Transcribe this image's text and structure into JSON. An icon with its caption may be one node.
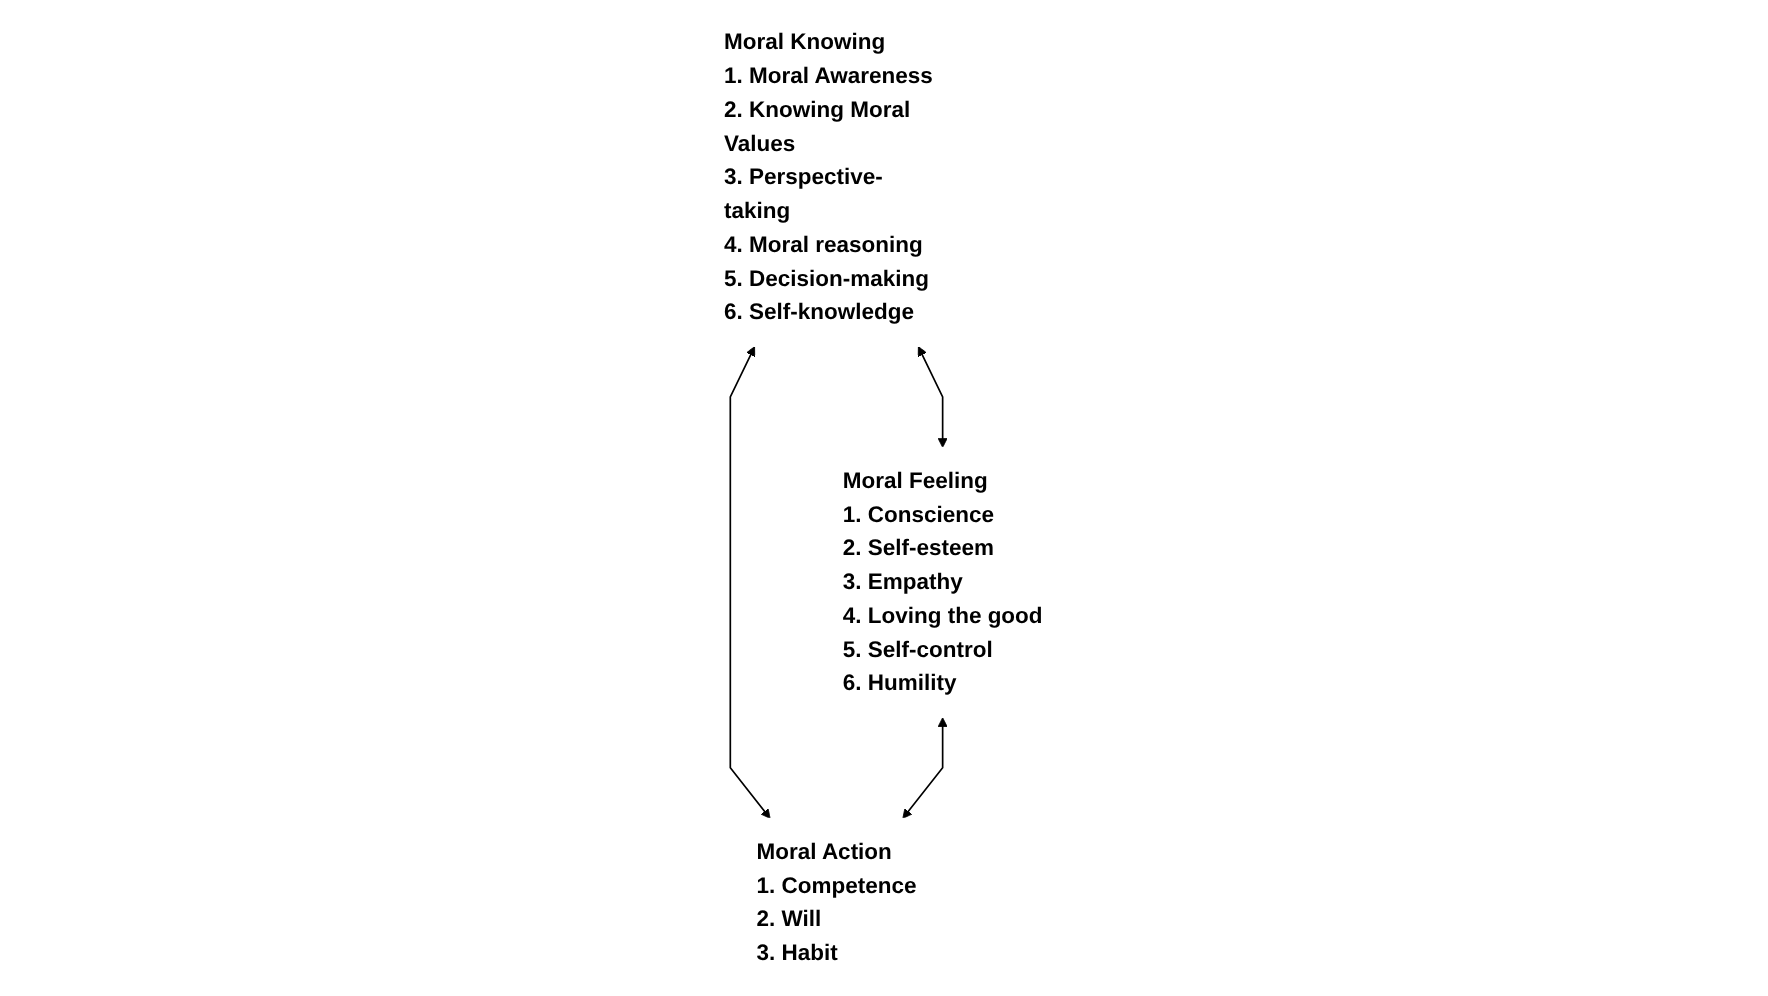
{
  "diagram": {
    "nodes": [
      {
        "text": [
          "Moral Knowing",
          "1. Moral Awareness",
          "2. Knowing Moral Values",
          "3. Perspective-taking",
          "4. Moral reasoning",
          "5. Decision-making",
          "6. Self-knowledge"
        ]
      },
      {
        "text": [
          "Moral Feeling",
          "1. Conscience",
          "2. Self-esteem",
          "3. Empathy",
          "4. Loving the good",
          "5. Self-control",
          "6. Humility"
        ]
      },
      {
        "text": [
          "Moral Action",
          "1. Competence",
          "2. Will",
          "3. Habit"
        ]
      }
    ],
    "edges": [
      {
        "from": 0,
        "to": 1,
        "arrow": "both"
      },
      {
        "from": 0,
        "to": 2,
        "arrow": "both"
      },
      {
        "from": 1,
        "to": 2,
        "arrow": "both"
      }
    ]
  }
}
